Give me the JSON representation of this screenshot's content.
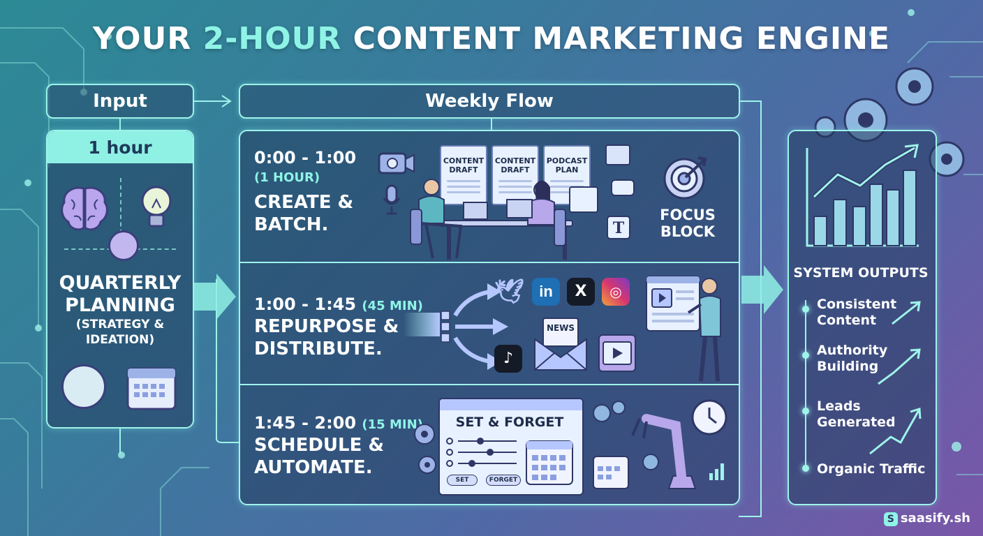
{
  "title": {
    "prefix": "YOUR",
    "accent": "2-HOUR",
    "suffix": "CONTENT MARKETING ENGINE"
  },
  "input": {
    "header": "Input",
    "duration": "1 hour",
    "line1": "QUARTERLY",
    "line2": "PLANNING",
    "sub1": "(STRATEGY &",
    "sub2": "IDEATION)"
  },
  "flow": {
    "header": "Weekly Flow",
    "steps": [
      {
        "time": "0:00 - 1:00",
        "sub": "(1 HOUR)",
        "line1": "CREATE &",
        "line2": "BATCH."
      },
      {
        "time": "1:00 - 1:45",
        "sub": "(45 MIN)",
        "line1": "REPURPOSE &",
        "line2": "DISTRIBUTE."
      },
      {
        "time": "1:45 - 2:00",
        "sub": "(15 MIN)",
        "line1": "SCHEDULE &",
        "line2": "AUTOMATE."
      }
    ],
    "docs": [
      {
        "line1": "CONTENT",
        "line2": "DRAFT"
      },
      {
        "line1": "CONTENT",
        "line2": "DRAFT"
      },
      {
        "line1": "PODCAST",
        "line2": "PLAN"
      }
    ],
    "focus": {
      "line1": "FOCUS",
      "line2": "BLOCK"
    },
    "news_label": "NEWS",
    "set_forget": {
      "title": "SET & FORGET",
      "set_btn": "SET",
      "forget_btn": "FORGET"
    }
  },
  "outputs": {
    "header": "SYSTEM OUTPUTS",
    "items": [
      {
        "line1": "Consistent",
        "line2": "Content"
      },
      {
        "line1": "Authority",
        "line2": "Building"
      },
      {
        "line1": "Leads",
        "line2": "Generated"
      },
      {
        "line1": "Organic Traffic",
        "line2": ""
      }
    ]
  },
  "brand": "saasify.sh",
  "colors": {
    "accent": "#8ff4e6",
    "border": "#9ff3ea",
    "bg_start": "#2c8a95",
    "bg_end": "#7a56a8"
  }
}
